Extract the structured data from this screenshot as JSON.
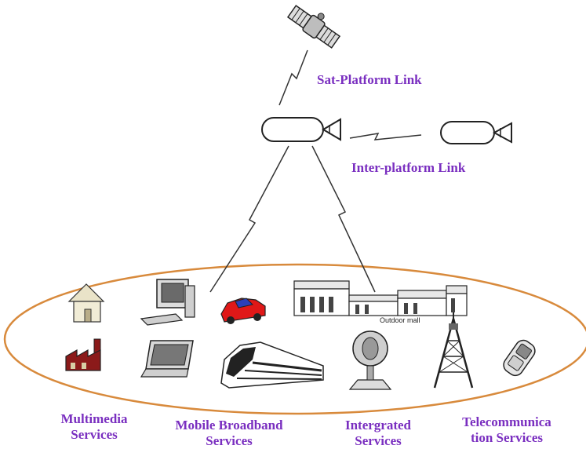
{
  "links": {
    "sat_platform": "Sat-Platform Link",
    "inter_platform": "Inter-platform Link"
  },
  "ground": {
    "outdoor_mall": "Outdoor mall"
  },
  "services": [
    {
      "line1": "Multimedia",
      "line2": "Services"
    },
    {
      "line1": "Mobile Broadband",
      "line2": "Services"
    },
    {
      "line1": "Intergrated",
      "line2": "Services"
    },
    {
      "line1": "Telecommunica",
      "line2": "tion Services"
    }
  ],
  "colors": {
    "label": "#7a2fc0",
    "ellipse": "#d88a3c",
    "car": "#e01818",
    "house_roof": "#8b1a1a"
  },
  "icons": [
    "satellite-icon",
    "platform-icon",
    "house-icon",
    "computer-icon",
    "car-icon",
    "mall-icon",
    "factory-icon",
    "laptop-icon",
    "train-icon",
    "dish-icon",
    "tower-icon",
    "phone-icon"
  ]
}
